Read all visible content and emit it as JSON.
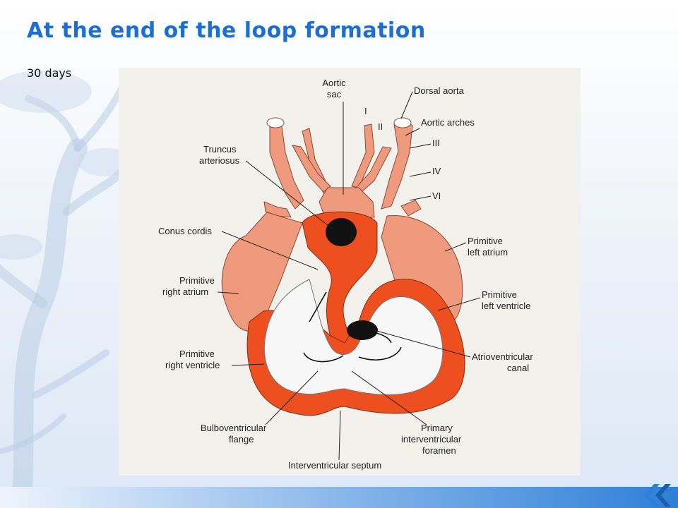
{
  "slide": {
    "title": "At the end of the loop formation",
    "subtitle": "30 days"
  },
  "figure": {
    "labels": {
      "aortic_sac_1": "Aortic",
      "aortic_sac_2": "sac",
      "dorsal_aorta": "Dorsal aorta",
      "aortic_arches": "Aortic arches",
      "arch_I": "I",
      "arch_II": "II",
      "arch_III": "III",
      "arch_IV": "IV",
      "arch_VI": "VI",
      "truncus_1": "Truncus",
      "truncus_2": "arteriosus",
      "conus": "Conus cordis",
      "left_atrium_1": "Primitive",
      "left_atrium_2": "left atrium",
      "right_atrium_1": "Primitive",
      "right_atrium_2": "right atrium",
      "left_ventricle_1": "Primitive",
      "left_ventricle_2": "left ventricle",
      "av_canal_1": "Atrioventricular",
      "av_canal_2": "canal",
      "right_ventricle_1": "Primitive",
      "right_ventricle_2": "right ventricle",
      "bulbo_1": "Bulboventricular",
      "bulbo_2": "flange",
      "primary_iv_1": "Primary",
      "primary_iv_2": "interventricular",
      "primary_iv_3": "foramen",
      "iv_septum": "Interventricular septum"
    }
  },
  "colors": {
    "title": "#1a6fd6",
    "heart_salmon": "#ef9a7c",
    "heart_wall": "#ee4f1f",
    "lumen": "#f7f7f7"
  }
}
